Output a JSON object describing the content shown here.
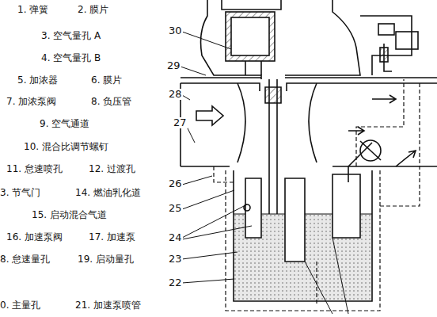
{
  "diagram": {
    "labels": [
      "1. 弹簧",
      "2. 膜片",
      "3. 空气量孔 A",
      "4. 空气量孔 B",
      "5. 加浓器",
      "6. 膜片",
      "7. 加浓泵阀",
      "8. 负压管",
      "9. 空气通道",
      "10. 混合比调节螺钉",
      "11. 怠速喷孔",
      "12. 过渡孔",
      "3. 节气门",
      "14. 燃油乳化道",
      "15. 启动混合气道",
      "16. 加速泵阀",
      "17. 加速泵",
      "8. 怠速量孔",
      "19. 启动量孔",
      "0. 主量孔",
      "21. 加速泵喷管",
      "30",
      "29",
      "28",
      "27",
      "26",
      "25",
      "24",
      "23",
      "22"
    ]
  }
}
